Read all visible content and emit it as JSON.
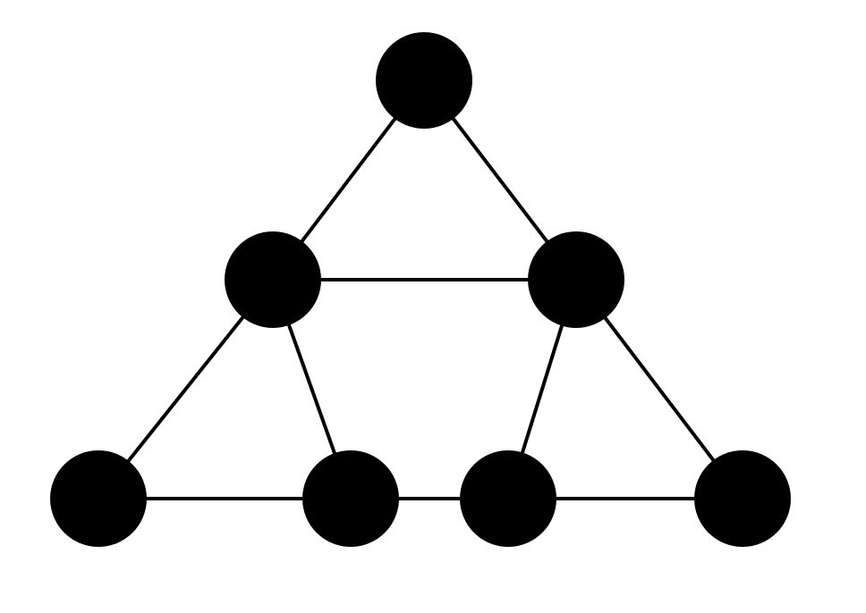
{
  "graph": {
    "node_color": "#000000",
    "edge_color": "#000000",
    "background_color": "#ffffff",
    "nodes": [
      {
        "id": "top"
      },
      {
        "id": "mid-left"
      },
      {
        "id": "mid-right"
      },
      {
        "id": "bottom-1"
      },
      {
        "id": "bottom-2"
      },
      {
        "id": "bottom-3"
      },
      {
        "id": "bottom-4"
      }
    ],
    "edges": [
      [
        "top",
        "mid-left"
      ],
      [
        "top",
        "mid-right"
      ],
      [
        "mid-left",
        "mid-right"
      ],
      [
        "mid-left",
        "bottom-1"
      ],
      [
        "mid-left",
        "bottom-2"
      ],
      [
        "mid-right",
        "bottom-3"
      ],
      [
        "mid-right",
        "bottom-4"
      ],
      [
        "bottom-1",
        "bottom-2"
      ],
      [
        "bottom-2",
        "bottom-3"
      ],
      [
        "bottom-3",
        "bottom-4"
      ]
    ]
  }
}
